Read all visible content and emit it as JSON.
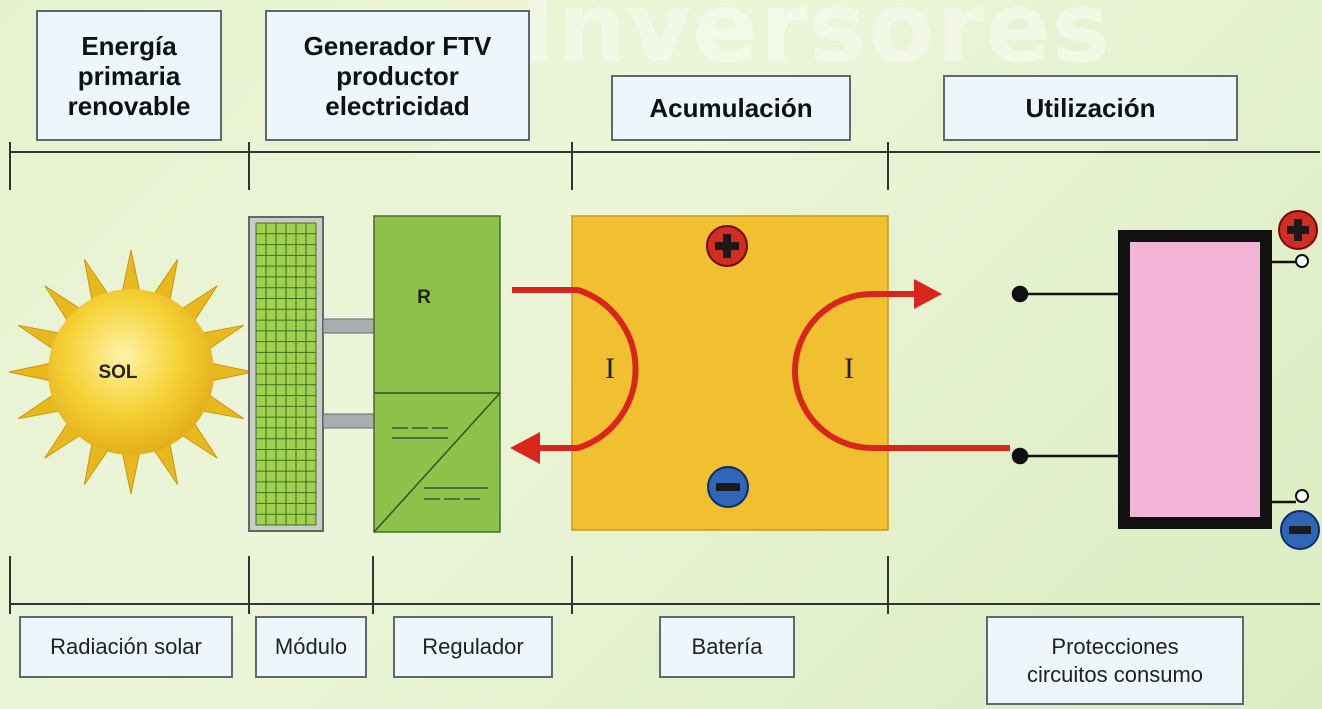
{
  "background_word": "Inversores",
  "stages_top": [
    {
      "label": "Energía primaria renovable"
    },
    {
      "label": "Generador FTV productor electricidad"
    },
    {
      "label": "Acumulación"
    },
    {
      "label": "Utilización"
    }
  ],
  "components_bottom": [
    {
      "label": "Radiación solar"
    },
    {
      "label": "Módulo"
    },
    {
      "label": "Regulador"
    },
    {
      "label": "Batería"
    },
    {
      "label": "Protecciones circuitos consumo"
    }
  ],
  "sun_label": "SOL",
  "regulator_label": "R",
  "current_label": "I",
  "colors": {
    "sun": "#f2cc2c",
    "module": "#9fcf53",
    "regulator": "#8cc24a",
    "battery": "#f0c030",
    "load": "#f2b5d7",
    "current_arrow": "#d8261c",
    "positive": "#d22d22",
    "negative": "#2f66b5"
  }
}
